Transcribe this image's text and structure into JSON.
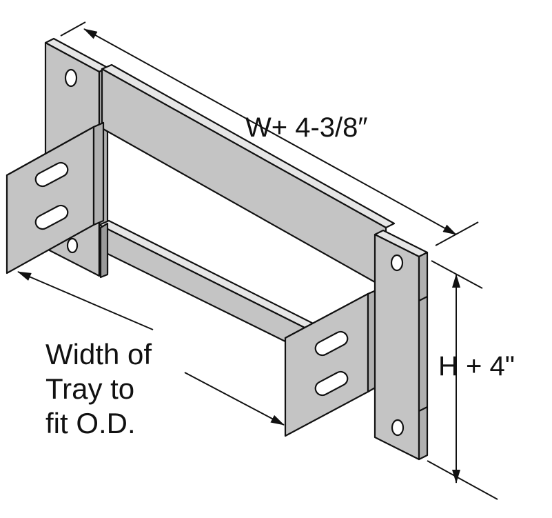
{
  "diagram": {
    "dimensions": {
      "length_label": "W+ 4-3/8″",
      "height_label": "H + 4\"",
      "width_label_lines": [
        "Width of",
        "Tray to",
        "fit O.D."
      ]
    },
    "colors": {
      "metal_face": "#c4c4c4",
      "metal_edge": "#e6e6e6",
      "metal_shadow": "#9a9a9a",
      "outline": "#111111",
      "hole": "#ffffff"
    }
  }
}
